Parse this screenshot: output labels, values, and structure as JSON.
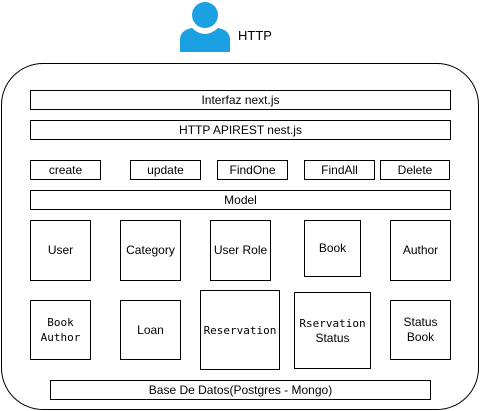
{
  "actor": {
    "label": "HTTP",
    "icon": "user-icon",
    "color": "#1ba1e2"
  },
  "layers": {
    "interface": "Interfaz next.js",
    "api": "HTTP APIREST nest.js",
    "model": "Model",
    "database": "Base De Datos(Postgres - Mongo)"
  },
  "operations": [
    "create",
    "update",
    "FindOne",
    "FindAll",
    "Delete"
  ],
  "entities_row1": [
    "User",
    "Category",
    "User Role",
    "Book",
    "Author"
  ],
  "entities_row2": {
    "book_author": [
      "Book",
      "Author"
    ],
    "loan": "Loan",
    "reservation": "Reservation",
    "reservation_status": [
      "Rservation",
      "Status"
    ],
    "status_book": [
      "Status",
      "Book"
    ]
  }
}
